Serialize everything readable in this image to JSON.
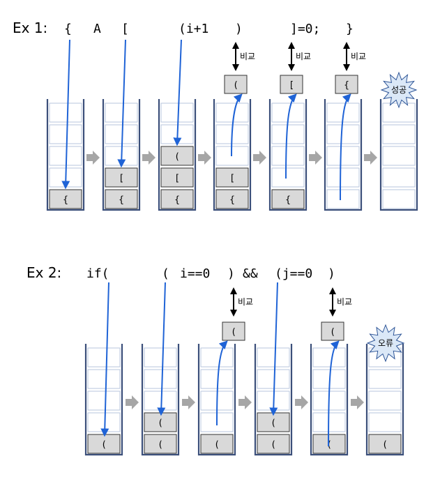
{
  "ex1": {
    "label": "Ex 1:",
    "code_tokens": [
      "{",
      "A",
      "[",
      "(i+1",
      ")",
      "]=0;",
      "}"
    ],
    "compare_label": "비교",
    "popped": [
      "(",
      "[",
      "{"
    ],
    "stacks": [
      [
        "{"
      ],
      [
        "{",
        "["
      ],
      [
        "{",
        "[",
        "("
      ],
      [
        "{",
        "["
      ],
      [
        "{"
      ],
      [],
      []
    ],
    "result": "성공"
  },
  "ex2": {
    "label": "Ex 2:",
    "code_tokens": [
      "if(",
      "(",
      "i==0",
      ")",
      "&&",
      "(j==0",
      ")"
    ],
    "compare_label": "비교",
    "popped": [
      "(",
      "("
    ],
    "stacks": [
      [
        "("
      ],
      [
        "(",
        "("
      ],
      [
        "("
      ],
      [
        "(",
        "("
      ],
      [
        "("
      ],
      [
        "("
      ]
    ],
    "result": "오류"
  },
  "colors": {
    "stack_wall": "#3b4f7a",
    "cell_border": "#b7c4dc",
    "filled_cell": "#d9d9d9",
    "arrow_blue": "#1f63d6",
    "transition_arrow": "#a6a6a6",
    "burst_fill": "#dbe8f7",
    "burst_stroke": "#2e5597"
  }
}
